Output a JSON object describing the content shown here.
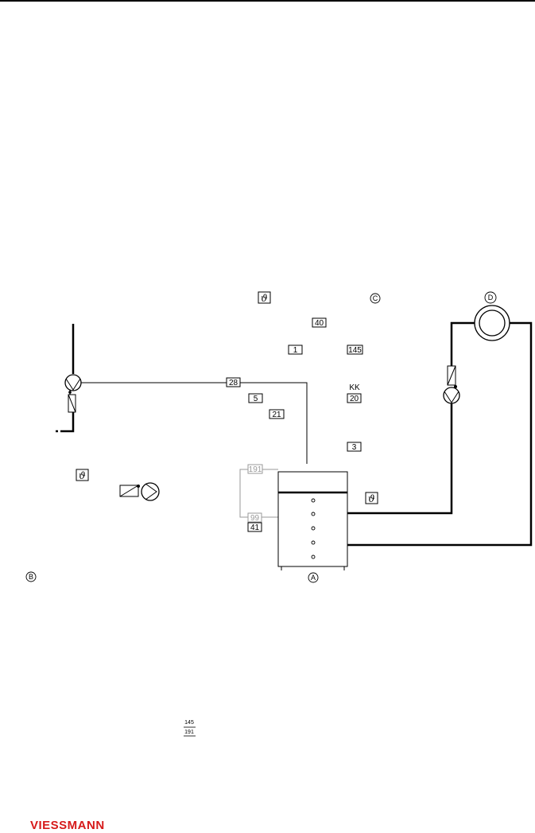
{
  "labels": {
    "l40": "40",
    "l1": "1",
    "l145": "145",
    "l28": "28",
    "l5": "5",
    "l21": "21",
    "lkk": "KK",
    "l20": "20",
    "l3": "3",
    "l191": "191",
    "l99": "99",
    "l41": "41"
  },
  "circles": {
    "a": "A",
    "b": "B",
    "c": "C",
    "d": "D"
  },
  "temp_symbol": "ϑ",
  "footnote": {
    "numerator": "145",
    "denominator": "191"
  },
  "brand": {
    "name": "VIESSMANN",
    "color": "#d61a1a"
  }
}
